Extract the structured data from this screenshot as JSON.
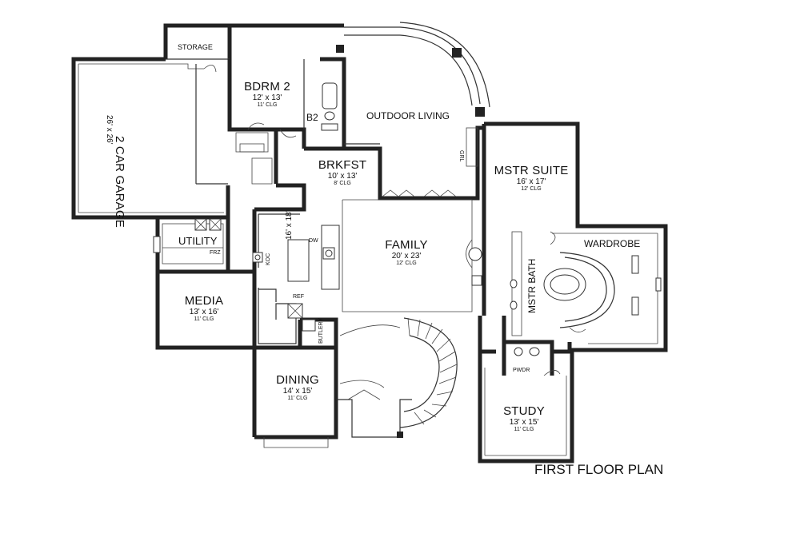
{
  "title": "FIRST FLOOR PLAN",
  "rooms": {
    "storage": {
      "name": "STORAGE"
    },
    "garage": {
      "name": "2 CAR GARAGE",
      "size": "26' x 26'"
    },
    "bdrm2": {
      "name": "BDRM 2",
      "size": "12' x 13'",
      "ceiling": "11' CLG"
    },
    "b2": {
      "name": "B2"
    },
    "outdoor": {
      "name": "OUTDOOR LIVING"
    },
    "grl": {
      "name": "GRL"
    },
    "brkfst": {
      "name": "BRKFST",
      "size": "10' x 13'",
      "ceiling": "8' CLG"
    },
    "mstr_suite": {
      "name": "MSTR SUITE",
      "size": "16' x 17'",
      "ceiling": "12' CLG"
    },
    "utility": {
      "name": "UTILITY",
      "frz": "FRZ"
    },
    "kitchen": {
      "size": "16' x 18'",
      "koc": "KOC",
      "dw": "DW"
    },
    "family": {
      "name": "FAMILY",
      "size": "20' x 23'",
      "ceiling": "12' CLG"
    },
    "wardrobe": {
      "name": "WARDROBE"
    },
    "mstr_bath": {
      "name": "MSTR BATH"
    },
    "media": {
      "name": "MEDIA",
      "size": "13' x 16'",
      "ceiling": "11' CLG"
    },
    "ref": {
      "name": "REF"
    },
    "butlery": {
      "name": "BUTLERY"
    },
    "dining": {
      "name": "DINING",
      "size": "14' x 15'",
      "ceiling": "11' CLG"
    },
    "pwdr": {
      "name": "PWDR"
    },
    "study": {
      "name": "STUDY",
      "size": "13' x 15'",
      "ceiling": "11' CLG"
    }
  }
}
